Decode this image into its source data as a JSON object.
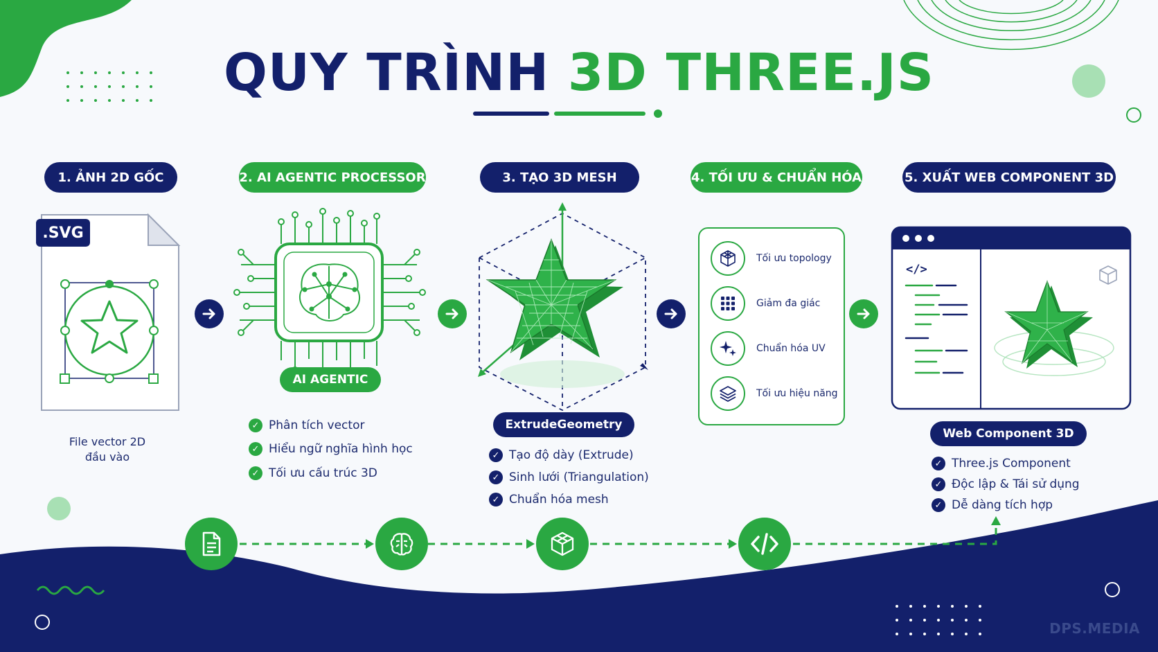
{
  "title": {
    "part1": "QUY TRÌNH",
    "part2": "3D THREE.JS"
  },
  "steps": [
    {
      "label": "1. ẢNH 2D GỐC"
    },
    {
      "label": "2. AI AGENTIC PROCESSOR"
    },
    {
      "label": "3. TẠO 3D MESH"
    },
    {
      "label": "4. TỐI ƯU & CHUẨN HÓA"
    },
    {
      "label": "5. XUẤT WEB COMPONENT 3D"
    }
  ],
  "step1": {
    "badge": ".SVG",
    "caption_line1": "File vector 2D",
    "caption_line2": "đầu vào"
  },
  "step2": {
    "chip_label": "AI AGENTIC",
    "checks": [
      "Phân tích vector",
      "Hiểu ngữ nghĩa hình học",
      "Tối ưu cấu trúc 3D"
    ]
  },
  "step3": {
    "tag": "ExtrudeGeometry",
    "checks": [
      "Tạo độ dày (Extrude)",
      "Sinh lưới (Triangulation)",
      "Chuẩn hóa mesh"
    ]
  },
  "step4": {
    "items": [
      "Tối ưu topology",
      "Giảm đa giác",
      "Chuẩn hóa UV",
      "Tối ưu hiệu năng"
    ]
  },
  "step5": {
    "code_icon": "</>",
    "tag": "Web Component 3D",
    "checks": [
      "Three.js Component",
      "Độc lập & Tái sử dụng",
      "Dễ dàng tích hợp"
    ]
  },
  "bottom_flow_icons": [
    "document-icon",
    "brain-icon",
    "cube-icon",
    "code-icon"
  ],
  "watermark": "DPS.MEDIA",
  "colors": {
    "navy": "#13206b",
    "green": "#2aa842",
    "light_green": "#a8e0b4",
    "background": "#f7f9fc"
  }
}
